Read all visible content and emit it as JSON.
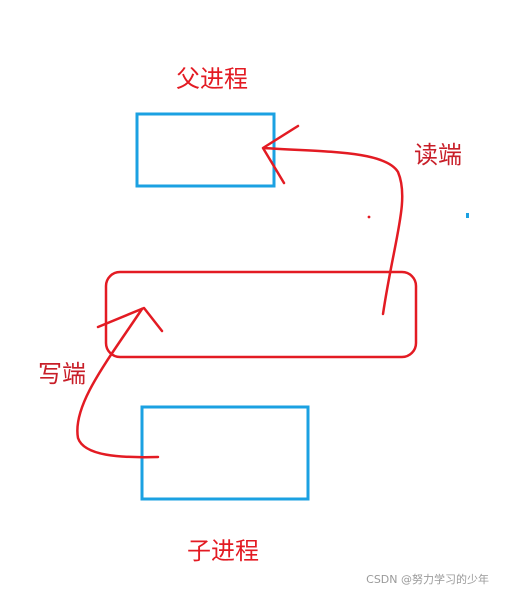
{
  "labels": {
    "parent_process": "父进程",
    "child_process": "子进程",
    "read_end": "读端",
    "write_end": "写端"
  },
  "watermark": "CSDN @努力学习的少年",
  "colors": {
    "process_box": "#1ba1e2",
    "pipe_and_arrows": "#e31b23",
    "label_parent_child": "#e31b23",
    "label_read_write": "#c81e28",
    "watermark": "#9a9a9a",
    "background": "#ffffff"
  }
}
